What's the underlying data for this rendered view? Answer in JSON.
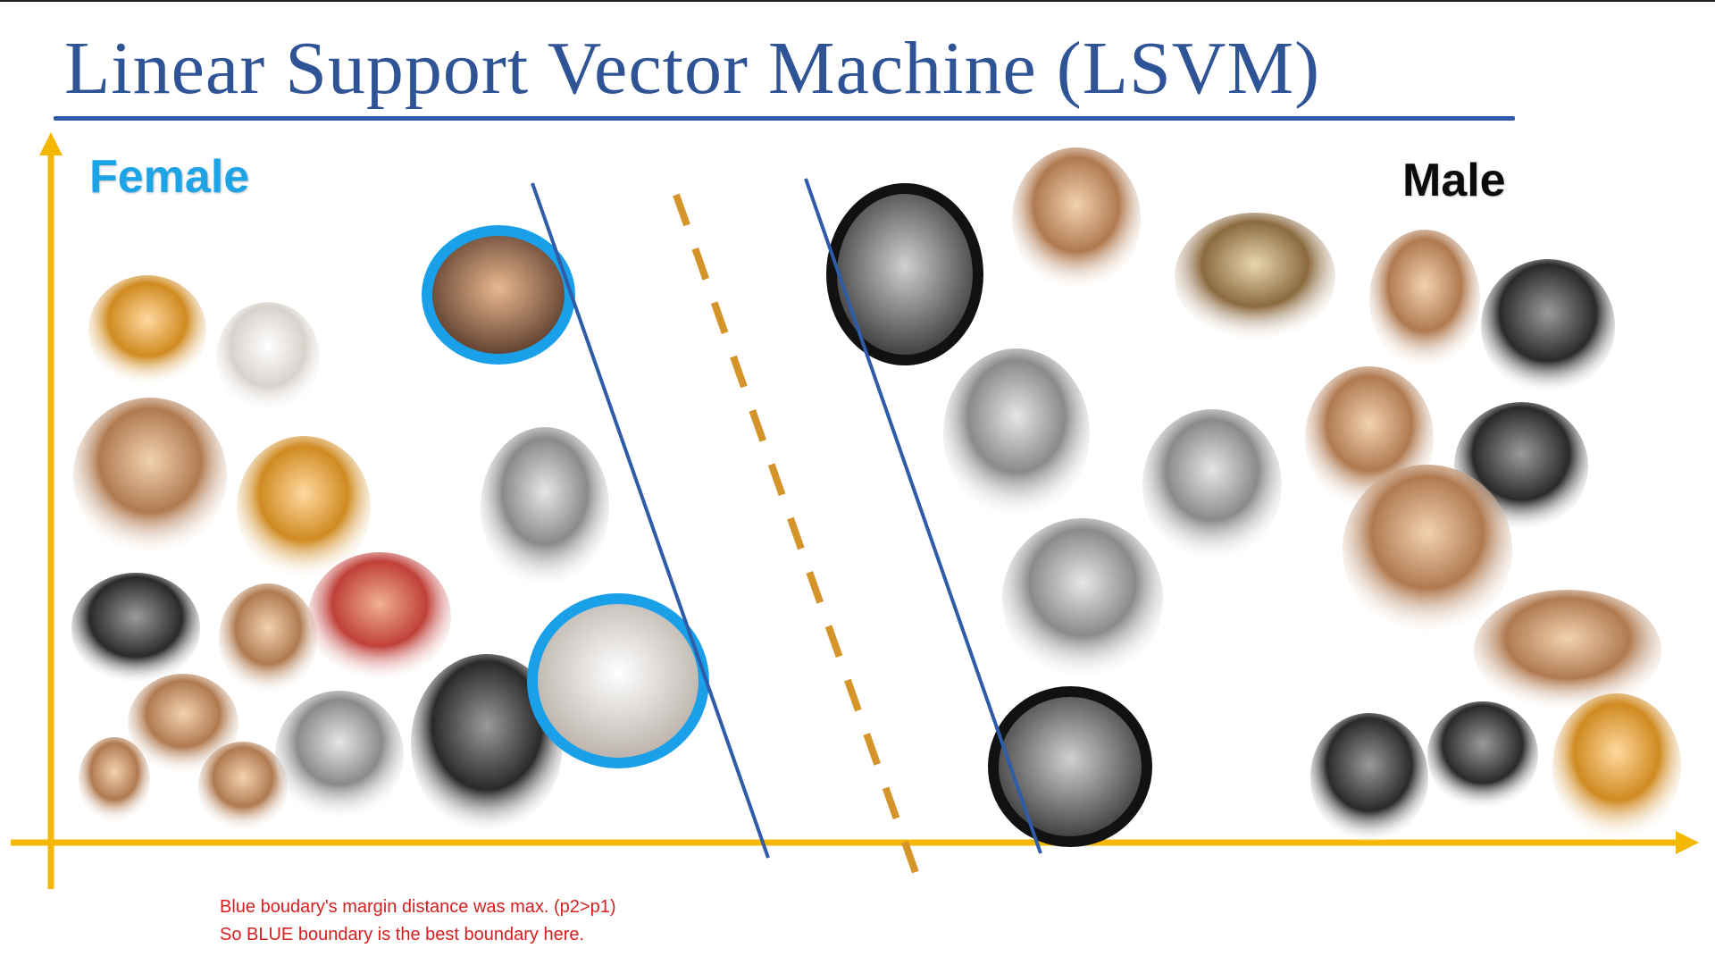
{
  "title": "Linear Support Vector Machine (LSVM)",
  "class_labels": {
    "female": "Female",
    "male": "Male"
  },
  "caption": {
    "line1": "Blue boudary's margin distance was max. (p2>p1)",
    "line2": "So BLUE boundary is the best boundary here."
  },
  "colors": {
    "title": "#2f5496",
    "axis": "#f5b800",
    "boundary_blue": "#2f5ba8",
    "boundary_dashed": "#d4942a",
    "female_label": "#1ca4e6",
    "support_vector_female_ring": "#1aa0e8",
    "support_vector_male_ring": "#111111",
    "caption": "#d62020"
  },
  "female_photos": [
    "woman-with-fruit-basket-photo",
    "elderly-woman-photo",
    "woman-with-neck-rings-photo",
    "woman-with-headdress-photo",
    "laughing-woman-glasses-photo",
    "two-women-photo",
    "young-woman-photo",
    "woman-red-hair-photo",
    "smiling-girl-photo",
    "toddler-girl-photo",
    "laughing-girl-photo",
    "laughing-child-bw-photo",
    "woman-blonde-hat-photo"
  ],
  "male_photos": [
    "elderly-man-white-hair-photo",
    "old-man-hands-face-photo",
    "man-with-cap-photo",
    "old-man-bw-photo",
    "man-with-banana-photo",
    "man-cap-portrait-photo",
    "young-man-bw-photo",
    "man-dark-portrait-photo",
    "smiling-young-man-photo",
    "man-sitting-bw-photo",
    "boys-group-photo",
    "toddler-boy-photo",
    "boy-with-hat-photo",
    "red-haired-toddler-photo"
  ],
  "support_vectors": {
    "female": [
      "woman-hand-on-face-photo",
      "woman-hair-dryer-photo"
    ],
    "male": [
      "old-man-bw-support-photo",
      "child-covering-face-photo"
    ]
  }
}
